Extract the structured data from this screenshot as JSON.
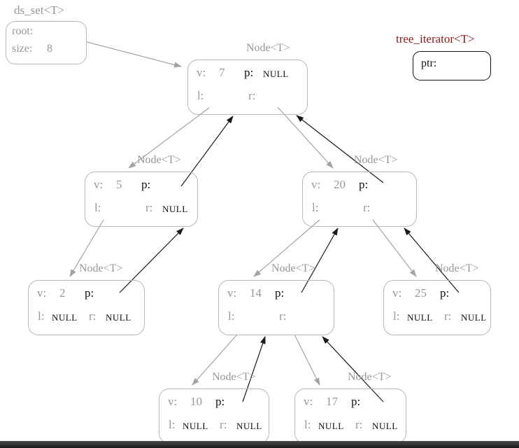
{
  "colors": {
    "gray_text": "#979797",
    "gray_border": "#b8b8b8",
    "gray_edge": "#a3a3a3",
    "black": "#111111",
    "maroon_title": "#8b1a1a"
  },
  "ds_set": {
    "title": "ds_set<T>",
    "root_label": "root:",
    "size_label": "size:",
    "size_value": "8"
  },
  "iterator": {
    "title": "tree_iterator<T>",
    "ptr_label": "ptr:"
  },
  "labels": {
    "node_header": "Node<T>",
    "v": "v:",
    "p": "p:",
    "l": "l:",
    "r": "r:"
  },
  "nodes": [
    {
      "name": "node-7",
      "v": "7",
      "p": "NULL",
      "l": "",
      "r": ""
    },
    {
      "name": "node-5",
      "v": "5",
      "p": "",
      "l": "",
      "r": "NULL"
    },
    {
      "name": "node-20",
      "v": "20",
      "p": "",
      "l": "",
      "r": ""
    },
    {
      "name": "node-2",
      "v": "2",
      "p": "",
      "l": "NULL",
      "r": "NULL"
    },
    {
      "name": "node-14",
      "v": "14",
      "p": "",
      "l": "",
      "r": ""
    },
    {
      "name": "node-25",
      "v": "25",
      "p": "",
      "l": "NULL",
      "r": "NULL"
    },
    {
      "name": "node-10",
      "v": "10",
      "p": "",
      "l": "NULL",
      "r": "NULL"
    },
    {
      "name": "node-17",
      "v": "17",
      "p": "",
      "l": "NULL",
      "r": "NULL"
    }
  ]
}
